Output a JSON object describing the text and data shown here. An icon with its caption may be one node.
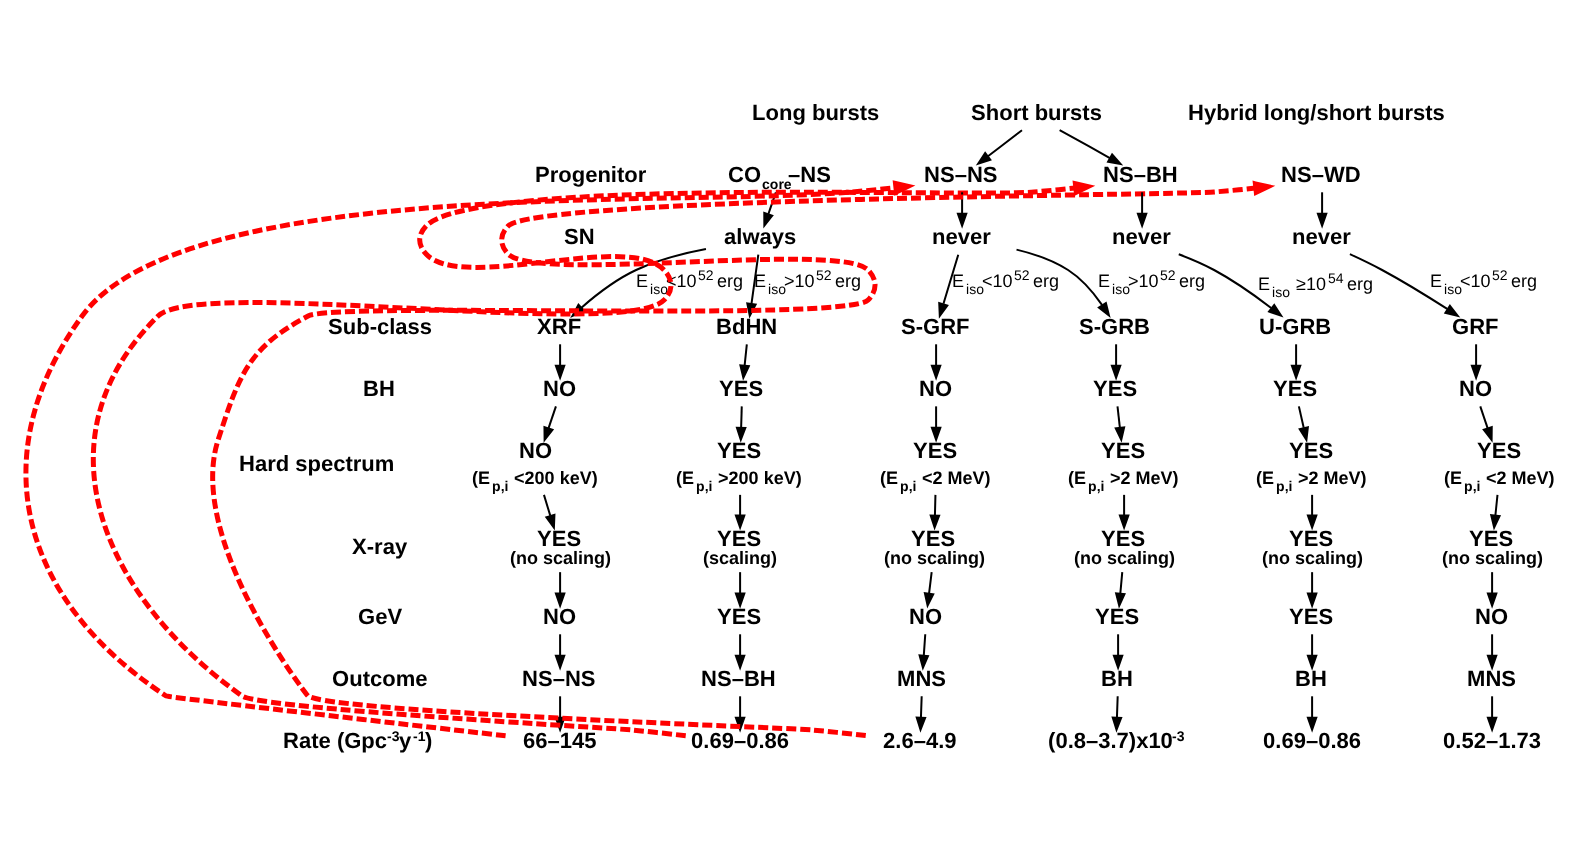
{
  "diagram": {
    "nodes": [
      {
        "text": [
          "Short bursts"
        ]
      },
      {
        "text": [
          "CO$_{core}$–NS"
        ]
      },
      {
        "text": [
          "always"
        ]
      },
      {
        "text": [
          "XRF"
        ]
      },
      {
        "text": [
          "BdHN"
        ]
      },
      {
        "text": [
          "NO"
        ]
      },
      {
        "text": [
          "YES"
        ]
      },
      {
        "text": [
          "NO",
          "(E$_{p,i}$ <200 keV)"
        ]
      },
      {
        "text": [
          "YES",
          "(E$_{p,i}$ >200 keV)"
        ]
      },
      {
        "text": [
          "YES",
          "(no scaling)"
        ]
      },
      {
        "text": [
          "YES",
          "(scaling)"
        ]
      },
      {
        "text": [
          "NO"
        ]
      },
      {
        "text": [
          "YES"
        ]
      },
      {
        "text": [
          "NS–NS"
        ]
      },
      {
        "text": [
          "NS–BH"
        ]
      },
      {
        "text": [
          "66–145"
        ]
      },
      {
        "text": [
          "0.69–0.86"
        ]
      },
      {
        "text": [
          "NS–NS"
        ]
      },
      {
        "text": [
          "never"
        ]
      },
      {
        "text": [
          "S-GRF"
        ]
      },
      {
        "text": [
          "S-GRB"
        ]
      },
      {
        "text": [
          "NO"
        ]
      },
      {
        "text": [
          "YES"
        ]
      },
      {
        "text": [
          "YES",
          "(E$_{p,i}$ <2 MeV)"
        ]
      },
      {
        "text": [
          "YES",
          "(E$_{p,i}$ >2 MeV)"
        ]
      },
      {
        "text": [
          "YES",
          "(no scaling)"
        ]
      },
      {
        "text": [
          "YES",
          "(no scaling)"
        ]
      },
      {
        "text": [
          "NO"
        ]
      },
      {
        "text": [
          "YES"
        ]
      },
      {
        "text": [
          "MNS"
        ]
      },
      {
        "text": [
          "BH"
        ]
      },
      {
        "text": [
          "2.6–4.9"
        ]
      },
      {
        "text": [
          "(0.8–3.7)x10$^{-3}$"
        ]
      },
      {
        "text": [
          "NS–BH"
        ]
      },
      {
        "text": [
          "never"
        ]
      },
      {
        "text": [
          "U-GRB"
        ]
      },
      {
        "text": [
          "YES"
        ]
      },
      {
        "text": [
          "YES",
          "(E$_{p,i}$ >2 MeV)"
        ]
      },
      {
        "text": [
          "YES",
          "(no scaling)"
        ]
      },
      {
        "text": [
          "YES"
        ]
      },
      {
        "text": [
          "BH"
        ]
      },
      {
        "text": [
          "0.69–0.86"
        ]
      },
      {
        "text": [
          "NS–WD"
        ]
      },
      {
        "text": [
          "never"
        ]
      },
      {
        "text": [
          "GRF"
        ]
      },
      {
        "text": [
          "NO"
        ]
      },
      {
        "text": [
          "YES",
          "(E$_{p,i}$ <2 MeV)"
        ]
      },
      {
        "text": [
          "YES",
          "(no scaling)"
        ]
      },
      {
        "text": [
          "NO"
        ]
      },
      {
        "text": [
          "MNS"
        ]
      },
      {
        "text": [
          "0.52–1.73"
        ]
      }
    ],
    "edges": [
      {
        "from": 0,
        "to": 17,
        "arrow": "to"
      },
      {
        "from": 0,
        "to": 33,
        "arrow": "to"
      },
      {
        "from": 1,
        "to": 2,
        "arrow": "to"
      },
      {
        "from": 2,
        "to": 3,
        "arrow": "to",
        "label": "E$_{iso}$<10$^{52}$ erg"
      },
      {
        "from": 2,
        "to": 4,
        "arrow": "to",
        "label": "E$_{iso}$>10$^{52}$ erg"
      },
      {
        "from": 3,
        "to": 5,
        "arrow": "to"
      },
      {
        "from": 4,
        "to": 6,
        "arrow": "to"
      },
      {
        "from": 5,
        "to": 7,
        "arrow": "to"
      },
      {
        "from": 6,
        "to": 8,
        "arrow": "to"
      },
      {
        "from": 7,
        "to": 9,
        "arrow": "to"
      },
      {
        "from": 8,
        "to": 10,
        "arrow": "to"
      },
      {
        "from": 9,
        "to": 11,
        "arrow": "to"
      },
      {
        "from": 10,
        "to": 12,
        "arrow": "to"
      },
      {
        "from": 11,
        "to": 13,
        "arrow": "to"
      },
      {
        "from": 12,
        "to": 14,
        "arrow": "to"
      },
      {
        "from": 13,
        "to": 15,
        "arrow": "to"
      },
      {
        "from": 14,
        "to": 16,
        "arrow": "to"
      },
      {
        "from": 17,
        "to": 18,
        "arrow": "to"
      },
      {
        "from": 18,
        "to": 19,
        "arrow": "to",
        "label": "E$_{iso}$<10$^{52}$ erg"
      },
      {
        "from": 18,
        "to": 20,
        "arrow": "to",
        "label": "E$_{iso}$>10$^{52}$ erg"
      },
      {
        "from": 19,
        "to": 21,
        "arrow": "to"
      },
      {
        "from": 20,
        "to": 22,
        "arrow": "to"
      },
      {
        "from": 21,
        "to": 23,
        "arrow": "to"
      },
      {
        "from": 22,
        "to": 24,
        "arrow": "to"
      },
      {
        "from": 23,
        "to": 25,
        "arrow": "to"
      },
      {
        "from": 24,
        "to": 26,
        "arrow": "to"
      },
      {
        "from": 25,
        "to": 27,
        "arrow": "to"
      },
      {
        "from": 26,
        "to": 28,
        "arrow": "to"
      },
      {
        "from": 27,
        "to": 29,
        "arrow": "to"
      },
      {
        "from": 28,
        "to": 30,
        "arrow": "to"
      },
      {
        "from": 29,
        "to": 31,
        "arrow": "to"
      },
      {
        "from": 30,
        "to": 32,
        "arrow": "to"
      },
      {
        "from": 33,
        "to": 34,
        "arrow": "to"
      },
      {
        "from": 34,
        "to": 35,
        "arrow": "to",
        "label": "E$_{iso}$ ≥10$^{54}$ erg"
      },
      {
        "from": 35,
        "to": 36,
        "arrow": "to"
      },
      {
        "from": 36,
        "to": 37,
        "arrow": "to"
      },
      {
        "from": 37,
        "to": 38,
        "arrow": "to"
      },
      {
        "from": 38,
        "to": 39,
        "arrow": "to"
      },
      {
        "from": 39,
        "to": 40,
        "arrow": "to"
      },
      {
        "from": 40,
        "to": 41,
        "arrow": "to"
      },
      {
        "from": 42,
        "to": 43,
        "arrow": "to"
      },
      {
        "from": 43,
        "to": 44,
        "arrow": "to",
        "label": "E$_{iso}$<10$^{52}$ erg"
      },
      {
        "from": 44,
        "to": 45,
        "arrow": "to"
      },
      {
        "from": 45,
        "to": 46,
        "arrow": "to"
      },
      {
        "from": 46,
        "to": 47,
        "arrow": "to"
      },
      {
        "from": 47,
        "to": 48,
        "arrow": "to"
      },
      {
        "from": 48,
        "to": 49,
        "arrow": "to"
      },
      {
        "from": 49,
        "to": 50,
        "arrow": "to"
      },
      {
        "from": 15,
        "to": 17,
        "arrow": "to",
        "style": "dashed",
        "color": "#ff0000"
      },
      {
        "from": 16,
        "to": 33,
        "arrow": "to",
        "style": "dashed",
        "color": "#ff0000"
      },
      {
        "from": 31,
        "to": 42,
        "arrow": "to",
        "style": "dashed",
        "color": "#ff0000"
      }
    ],
    "labels": [
      "Long bursts",
      "Hybrid long/short bursts",
      "Progenitor",
      "SN",
      "Sub-class",
      "BH",
      "Hard spectrum",
      "X-ray",
      "GeV",
      "Outcome",
      "Rate (Gpc$^{-3}$y$^{-1}$)"
    ]
  }
}
